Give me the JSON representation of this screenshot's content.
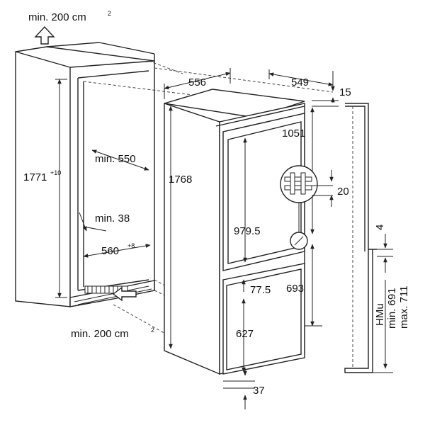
{
  "labels": {
    "vent_top": "min. 200 cm",
    "vent_top_sup": "2",
    "vent_bottom": "min. 200 cm",
    "vent_bottom_sup": "2",
    "niche_height": "1771",
    "niche_height_sup": "+10",
    "niche_depth_min": "min. 550",
    "side_gap_min": "min. 38",
    "niche_width": "560",
    "niche_width_sup": "+8",
    "appliance_width": "556",
    "appliance_depth": "549",
    "top_offset": "15",
    "appliance_height": "1768",
    "upper_door": "1051",
    "hinge_gap": "20",
    "door_split": "979.5",
    "lower_fixing": "693",
    "lower_offset": "77.5",
    "lower_door": "627",
    "bottom_offset": "37",
    "hinge_step": "4",
    "hmu_label": "HMu",
    "hmu_min": "min. 691",
    "hmu_max": "max. 711"
  }
}
